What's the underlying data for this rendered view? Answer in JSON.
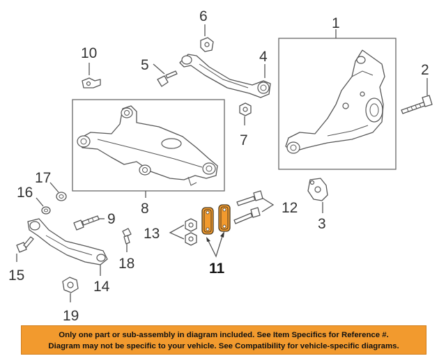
{
  "callouts": {
    "c1": "1",
    "c2": "2",
    "c3": "3",
    "c4": "4",
    "c5": "5",
    "c6": "6",
    "c7": "7",
    "c8": "8",
    "c9": "9",
    "c10": "10",
    "c11": "11",
    "c12": "12",
    "c13": "13",
    "c14": "14",
    "c15": "15",
    "c16": "16",
    "c17": "17",
    "c18": "18",
    "c19": "19"
  },
  "highlight_color": "#f29a2e",
  "disclaimer": {
    "line1": "Only one part or sub-assembly in diagram included. See Item Specifics for Reference #.",
    "line2": "Diagram may not be specific to your vehicle. See Compatibility for vehicle-specific diagrams."
  }
}
